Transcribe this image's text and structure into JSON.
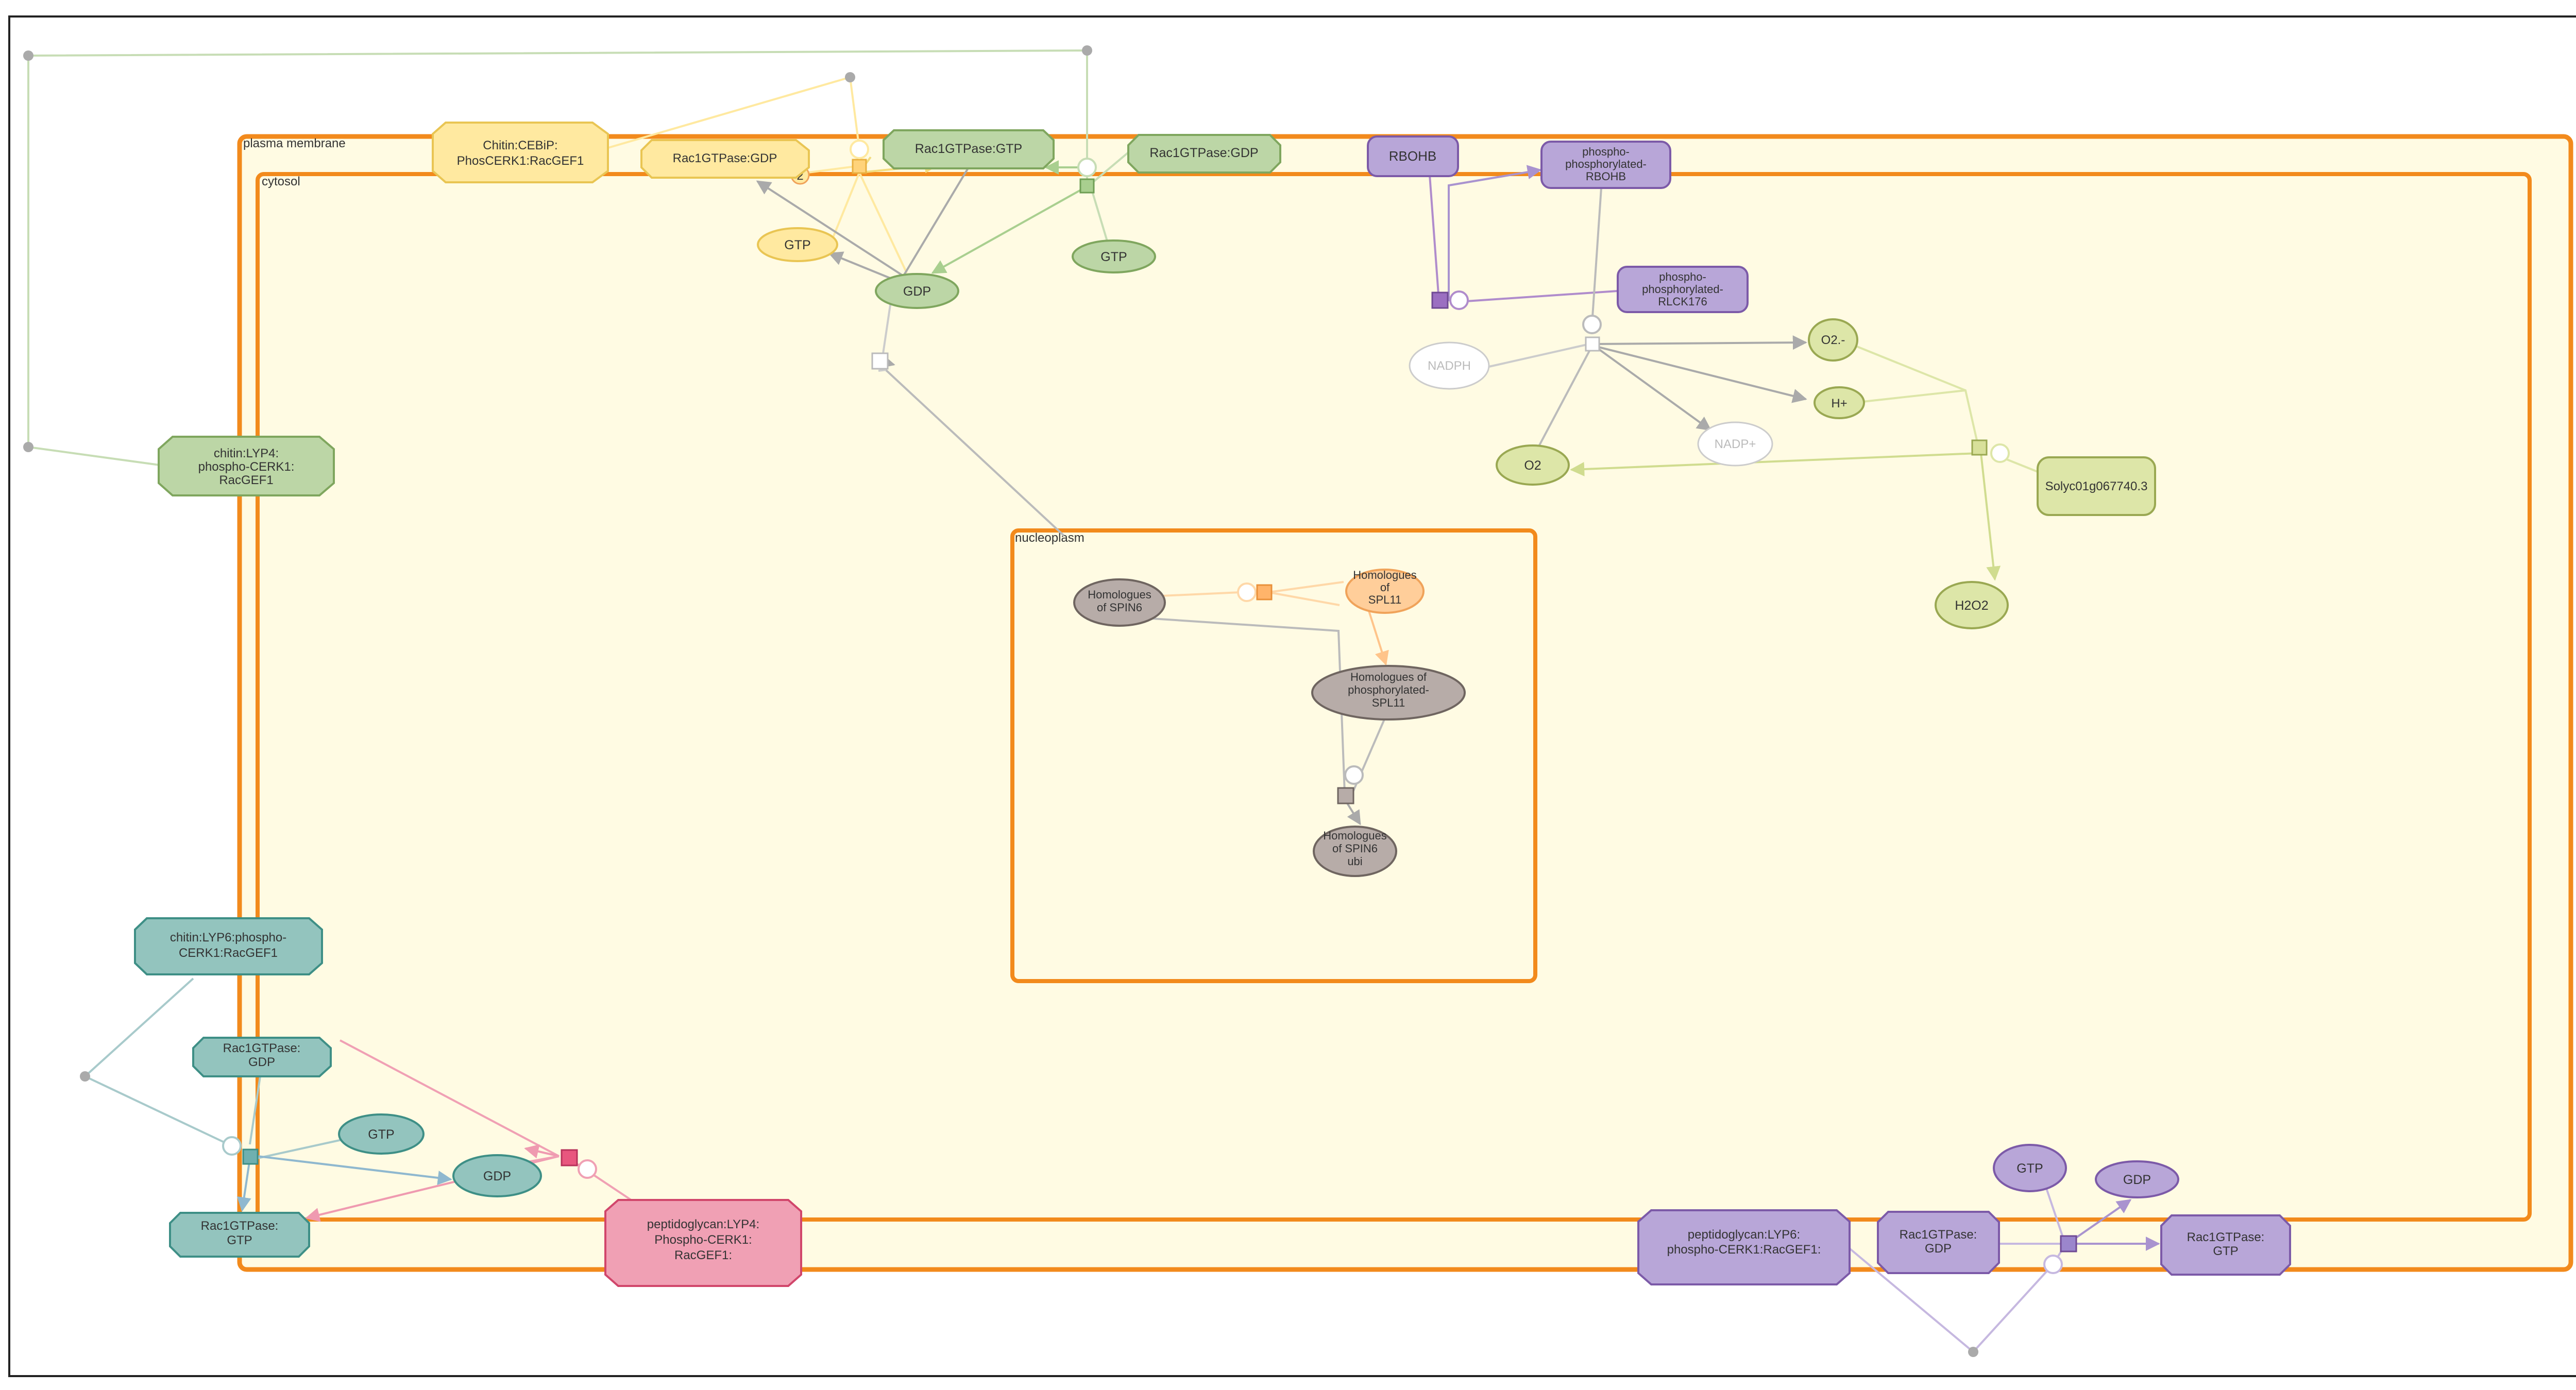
{
  "compartments": {
    "plasma_membrane": "plasma membrane",
    "cytosol": "cytosol",
    "nucleoplasm": "nucleoplasm"
  },
  "colors": {
    "membrane": "#f28a1c",
    "cytosol_fill": "#fffbe3",
    "yellow": "#ffe9a0",
    "yellow_stroke": "#e9c553",
    "green": "#bcd6a6",
    "green_stroke": "#7fa65e",
    "olive": "#dde6a8",
    "olive_stroke": "#9aa852",
    "teal": "#93c4be",
    "teal_stroke": "#3e8f86",
    "pink": "#f0a0b4",
    "pink_stroke": "#d1466b",
    "purple": "#b8a6d8",
    "purple_stroke": "#7c5aa8",
    "gray": "#b7aca8",
    "gray_stroke": "#6f6560",
    "orange": "#ffce9a",
    "orange_stroke": "#f0a35a"
  },
  "nodes": {
    "chitin_cebip": [
      "Chitin:CEBiP:",
      "PhosCERK1:RacGEF1"
    ],
    "rac_gdp_yellow": [
      "Rac1GTPase:GDP"
    ],
    "stoich_2": [
      "2"
    ],
    "gtp_yellow": [
      "GTP"
    ],
    "rac_gtp_green": [
      "Rac1GTPase:GTP"
    ],
    "rac_gdp_green": [
      "Rac1GTPase:GDP"
    ],
    "gdp_green": [
      "GDP"
    ],
    "gtp_green": [
      "GTP"
    ],
    "chitin_lyp4": [
      "chitin:LYP4:",
      "phospho-CERK1:",
      "RacGEF1"
    ],
    "rbohb": [
      "RBOHB"
    ],
    "phospho_rbohb": [
      "phospho-",
      "phosphorylated-",
      "RBOHB"
    ],
    "phospho_rlck176": [
      "phospho-",
      "phosphorylated-",
      "RLCK176"
    ],
    "nadph": [
      "NADPH"
    ],
    "nadp": [
      "NADP+"
    ],
    "o2": [
      "O2"
    ],
    "o2minus": [
      "O2.-"
    ],
    "hplus": [
      "H+"
    ],
    "solyc": [
      "Solyc01g067740.3"
    ],
    "h2o2": [
      "H2O2"
    ],
    "spin6": [
      "Homologues",
      "of SPIN6"
    ],
    "spl11": [
      "Homologues",
      "of",
      "SPL11"
    ],
    "phospho_spl11": [
      "Homologues of",
      "phosphorylated-",
      "SPL11"
    ],
    "spin6_ubi": [
      "Homologues",
      "of SPIN6",
      "ubi"
    ],
    "chitin_lyp6": [
      "chitin:LYP6:phospho-",
      "CERK1:RacGEF1"
    ],
    "rac_gdp_teal": [
      "Rac1GTPase:",
      "GDP"
    ],
    "gtp_teal": [
      "GTP"
    ],
    "gdp_teal": [
      "GDP"
    ],
    "rac_gtp_teal": [
      "Rac1GTPase:",
      "GTP"
    ],
    "peptidoglycan_lyp4": [
      "peptidoglycan:LYP4:",
      "Phospho-CERK1:",
      "RacGEF1:"
    ],
    "peptidoglycan_lyp6": [
      "peptidoglycan:LYP6:",
      "phospho-CERK1:RacGEF1:"
    ],
    "rac_gdp_purple": [
      "Rac1GTPase:",
      "GDP"
    ],
    "gtp_purple": [
      "GTP"
    ],
    "gdp_purple": [
      "GDP"
    ],
    "rac_gtp_purple": [
      "Rac1GTPase:",
      "GTP"
    ]
  }
}
